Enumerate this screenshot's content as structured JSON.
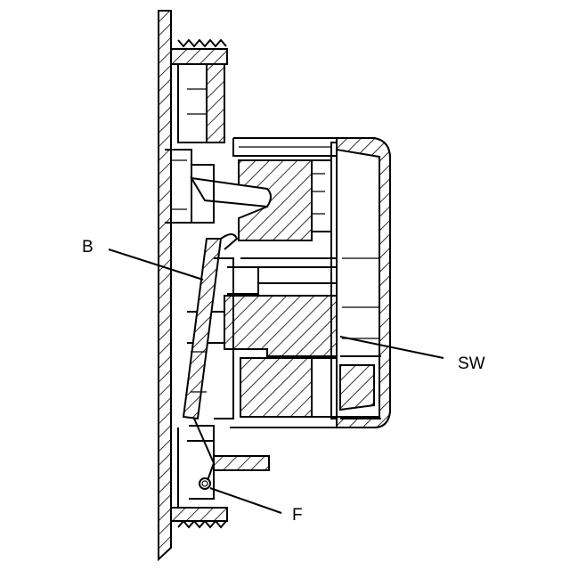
{
  "labels": {
    "b": "B",
    "sw": "SW",
    "f": "F"
  },
  "colors": {
    "ink": "#000000",
    "paper": "#ffffff"
  }
}
